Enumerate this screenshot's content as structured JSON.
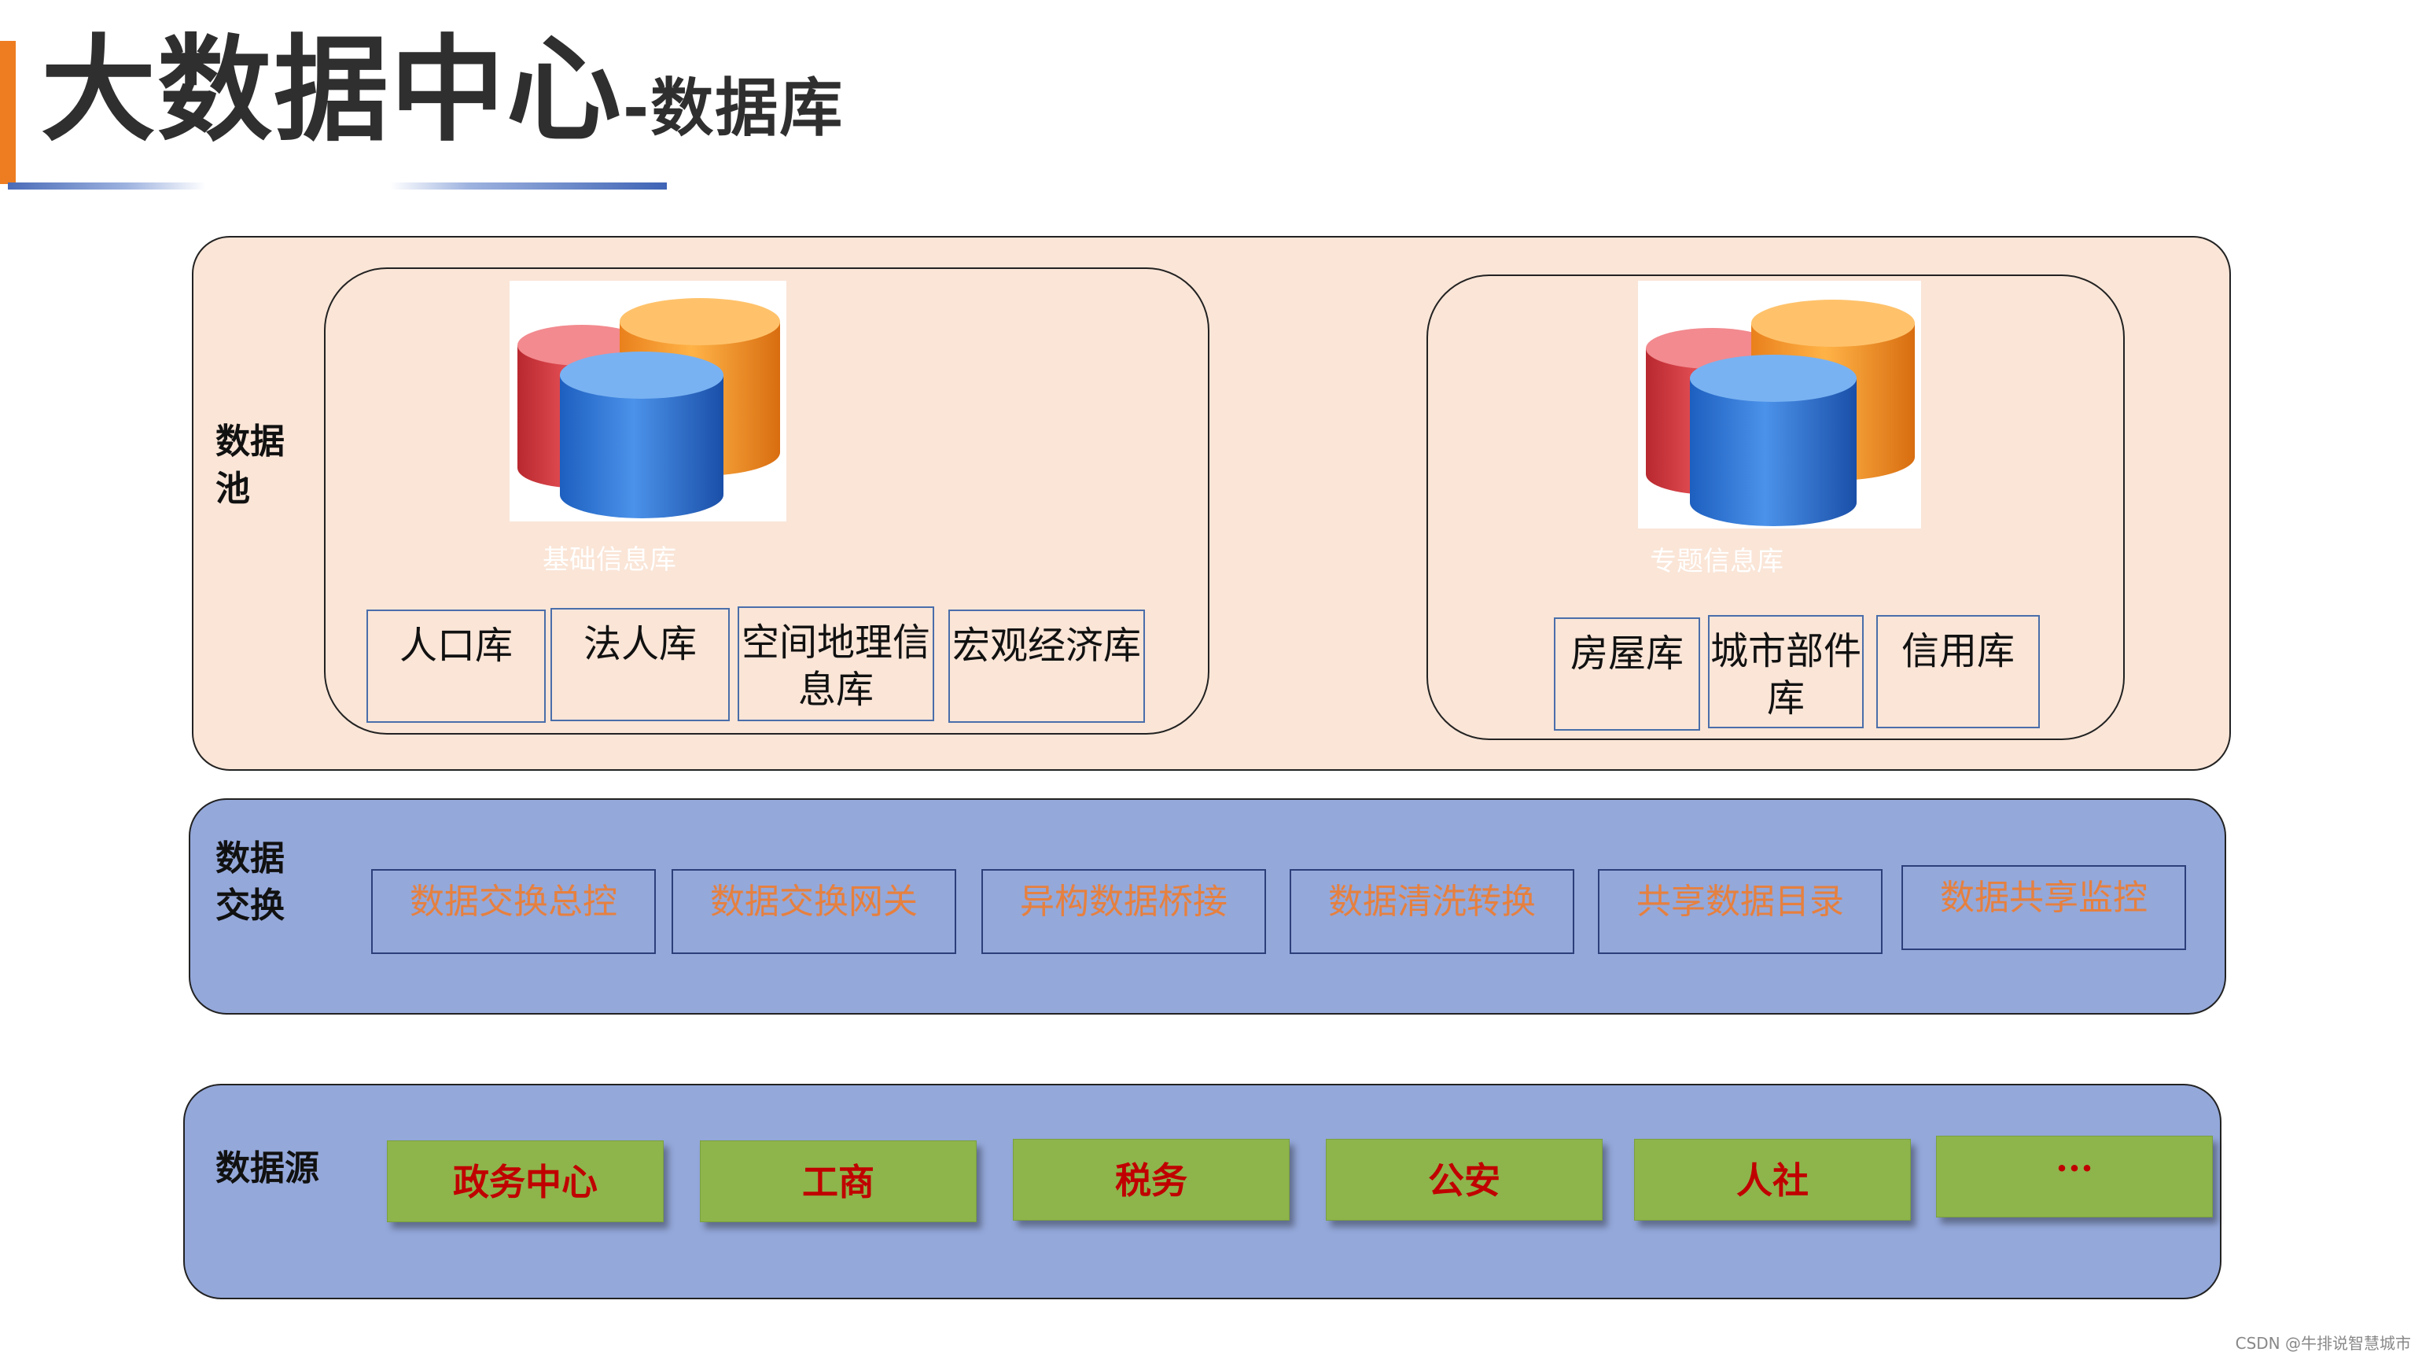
{
  "title": {
    "main": "大数据中心",
    "sub": "-数据库"
  },
  "colors": {
    "title_accent": "#ee7d22",
    "pool_fill": "#fae5d7",
    "exchange_fill": "#94a8da",
    "source_fill": "#94a8da",
    "exchange_text": "#e6803f",
    "source_box_fill": "#8eb44c",
    "source_text": "#c00000"
  },
  "pool": {
    "label": "数据池",
    "basic": {
      "caption": "基础信息库",
      "icon": "database-cylinders-icon",
      "items": [
        "人口库",
        "法人库",
        "空间地理信息库",
        "宏观经济库"
      ]
    },
    "topic": {
      "caption": "专题信息库",
      "icon": "database-cylinders-icon",
      "items": [
        "房屋库",
        "城市部件库",
        "信用库"
      ]
    }
  },
  "exchange": {
    "label": "数据交换",
    "items": [
      "数据交换总控",
      "数据交换网关",
      "异构数据桥接",
      "数据清洗转换",
      "共享数据目录",
      "数据共享监控"
    ]
  },
  "source": {
    "label": "数据源",
    "items": [
      "政务中心",
      "工商",
      "税务",
      "公安",
      "人社",
      "···"
    ]
  },
  "watermark": "CSDN @牛排说智慧城市"
}
